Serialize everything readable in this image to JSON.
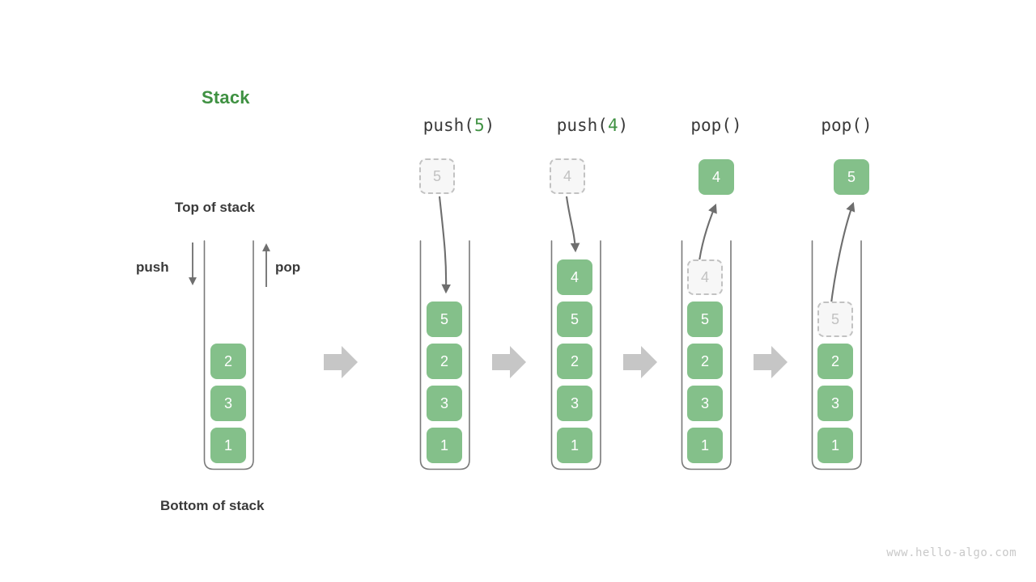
{
  "figure": {
    "title": "Stack",
    "title_color": "#3f9142",
    "top_label": "Top of stack",
    "bottom_label": "Bottom of stack",
    "push_label": "push",
    "pop_label": "pop",
    "watermark": "www.hello-algo.com",
    "box_color": "#84c08a",
    "ghost_color": "#c2c2c2",
    "arrow_color": "#6e6e6e",
    "step_arrow_color": "#c6c6c6"
  },
  "initial_stack": {
    "name": "initial",
    "values": [
      "2",
      "3",
      "1"
    ],
    "top_to_bottom": true
  },
  "steps": [
    {
      "op": "push",
      "header_prefix": "push(",
      "header_arg": "5",
      "header_suffix": ")",
      "header_full": "push(5)",
      "incoming_ghost": "5",
      "ghost_position": "above-stack",
      "floating": null,
      "stack": [
        "5",
        "2",
        "3",
        "1"
      ],
      "arrow_direction": "down"
    },
    {
      "op": "push",
      "header_prefix": "push(",
      "header_arg": "4",
      "header_suffix": ")",
      "header_full": "push(4)",
      "incoming_ghost": "4",
      "ghost_position": "above-stack",
      "floating": null,
      "stack": [
        "4",
        "5",
        "2",
        "3",
        "1"
      ],
      "arrow_direction": "down"
    },
    {
      "op": "pop",
      "header_prefix": "pop(",
      "header_arg": "",
      "header_suffix": ")",
      "header_full": "pop()",
      "incoming_ghost": null,
      "ghost_position": "in-stack-top",
      "floating": "4",
      "stack": [
        "4",
        "5",
        "2",
        "3",
        "1"
      ],
      "ghost_in_stack": "4",
      "arrow_direction": "up"
    },
    {
      "op": "pop",
      "header_prefix": "pop(",
      "header_arg": "",
      "header_suffix": ")",
      "header_full": "pop()",
      "incoming_ghost": null,
      "ghost_position": "in-stack-top",
      "floating": "5",
      "stack": [
        "5",
        "2",
        "3",
        "1"
      ],
      "ghost_in_stack": "5",
      "arrow_direction": "up"
    }
  ],
  "step_separator": "arrow-right"
}
